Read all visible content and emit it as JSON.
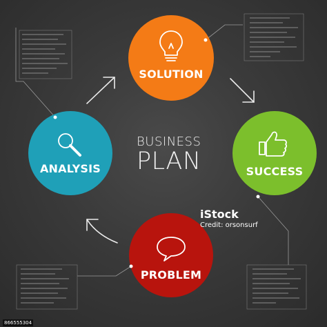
{
  "center": {
    "line1": "BUSINESS",
    "line2": "PLAN"
  },
  "nodes": {
    "solution": {
      "label": "SOLUTION",
      "color": "#f47b16",
      "icon": "lightbulb-icon"
    },
    "success": {
      "label": "SUCCESS",
      "color": "#7cbf2c",
      "icon": "thumbs-up-icon"
    },
    "problem": {
      "label": "PROBLEM",
      "color": "#b8140d",
      "icon": "speech-bubble-icon"
    },
    "analysis": {
      "label": "ANALYSIS",
      "color": "#1fa0b8",
      "icon": "magnifier-icon"
    }
  },
  "watermark": {
    "brand": "iStock",
    "credit": "Credit: orsonsurf"
  },
  "stock_id": "866555304"
}
